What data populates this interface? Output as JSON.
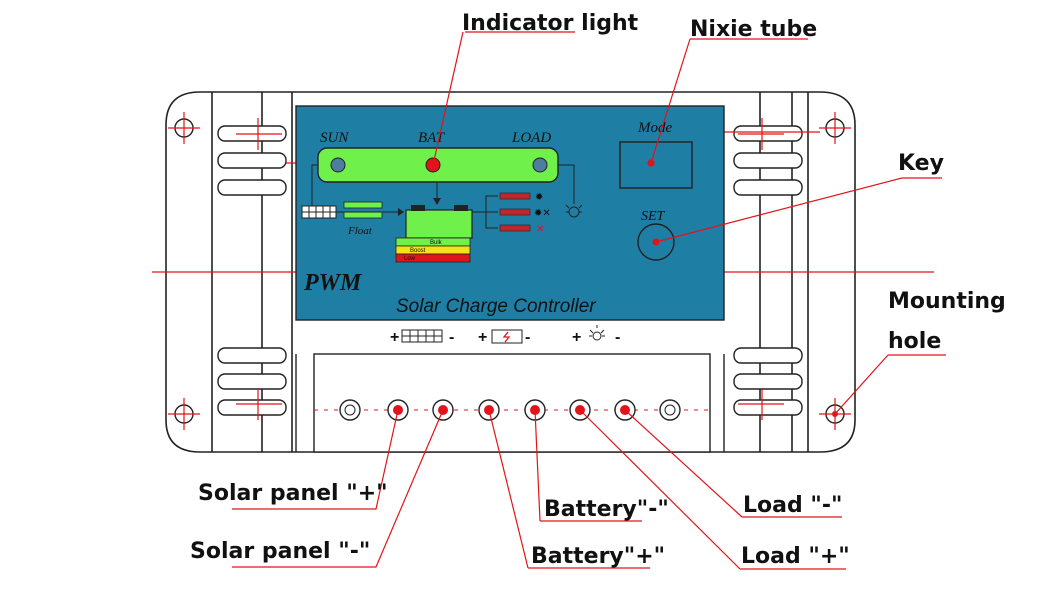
{
  "colors": {
    "panel_blue": "#1f7ea4",
    "indicator_green": "#6ff04a",
    "leader_red": "#e0141a",
    "outline": "#222222"
  },
  "callouts": {
    "indicator_light": "Indicator light",
    "nixie_tube": "Nixie tube",
    "key": "Key",
    "mounting_hole_line1": "Mounting",
    "mounting_hole_line2": "hole",
    "solar_plus": "Solar panel \"+\"",
    "solar_minus": "Solar panel \"-\"",
    "battery_minus": "Battery\"-\"",
    "battery_plus": "Battery\"+\"",
    "load_minus": "Load \"-\"",
    "load_plus": "Load \"+\""
  },
  "panel": {
    "indicators": [
      "SUN",
      "BAT",
      "LOAD"
    ],
    "mode_label": "Mode",
    "set_label": "SET",
    "float_label": "Float",
    "pwm_label": "PWM",
    "title": "Solar Charge Controller",
    "bar_labels": [
      "Bulk",
      "Boost",
      "Low"
    ],
    "terminal_signs": [
      "+",
      "-",
      "+",
      "-",
      "+",
      "-"
    ]
  }
}
